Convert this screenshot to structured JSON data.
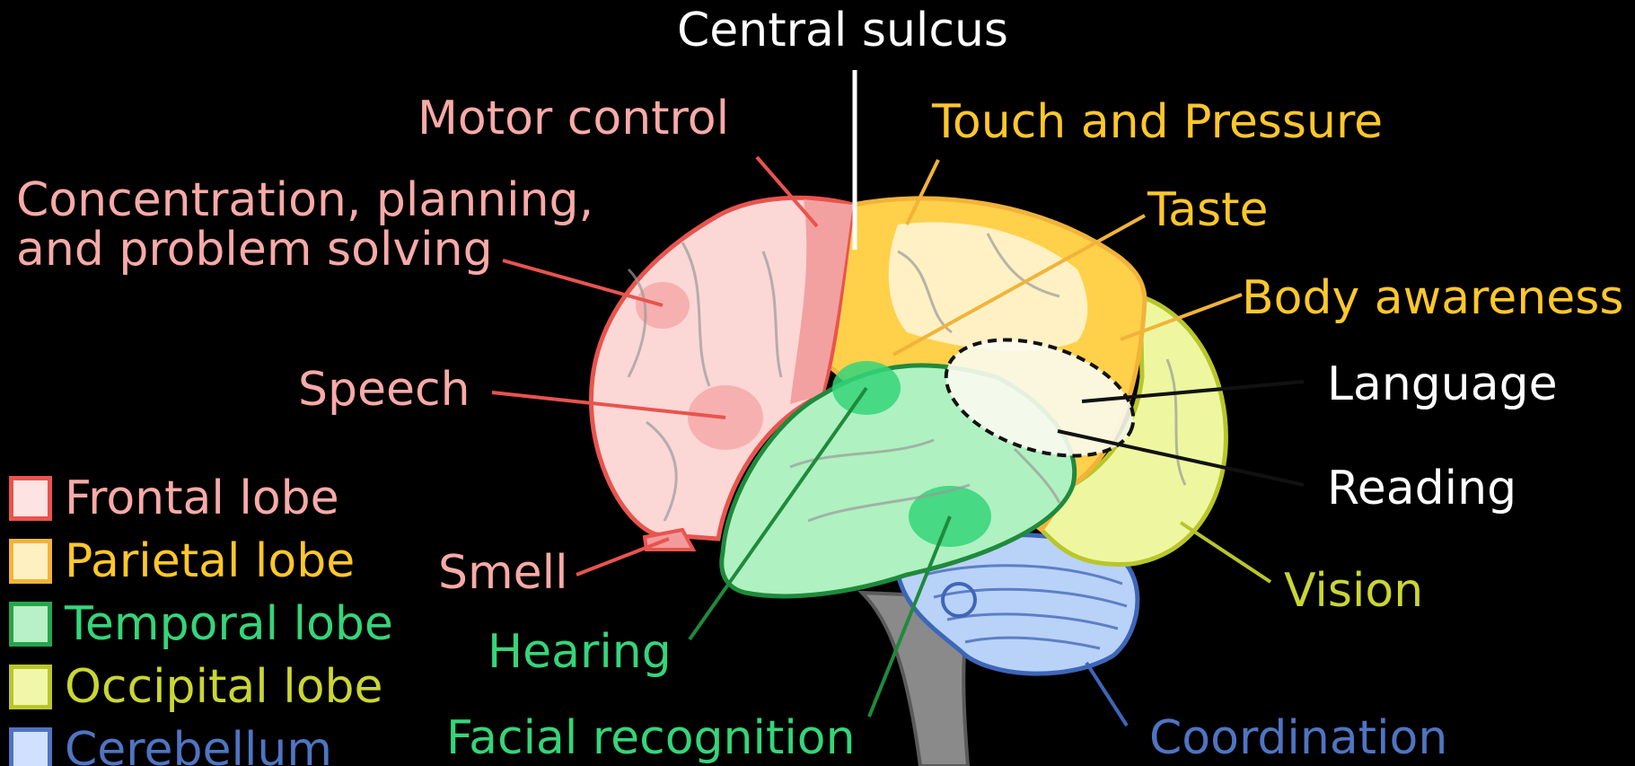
{
  "colors": {
    "background": "#000000",
    "frontal": "#f8aaa7",
    "parietal": "#ffc72b",
    "temporal": "#35d579",
    "occipital": "#c9d634",
    "cerebellum": "#4f74c2",
    "neutral": "#ffffff"
  },
  "labels": {
    "central_sulcus": "Central sulcus",
    "motor_control": "Motor control",
    "concentration": "Concentration, planning,",
    "concentration_line2": "and problem solving",
    "speech": "Speech",
    "smell": "Smell",
    "hearing": "Hearing",
    "facial_recognition": "Facial recognition",
    "touch_pressure": "Touch and Pressure",
    "taste": "Taste",
    "body_awareness": "Body awareness",
    "language": "Language",
    "reading": "Reading",
    "vision": "Vision",
    "coordination": "Coordination"
  },
  "legend": [
    {
      "label": "Frontal lobe",
      "fill": "#fde3e2",
      "border": "#e8544e",
      "text_color": "#f8aaa7"
    },
    {
      "label": "Parietal lobe",
      "fill": "#fff0c2",
      "border": "#f2b33a",
      "text_color": "#ffc72b"
    },
    {
      "label": "Temporal lobe",
      "fill": "#b8f0c8",
      "border": "#27a54a",
      "text_color": "#35d579"
    },
    {
      "label": "Occipital lobe",
      "fill": "#f1f7a8",
      "border": "#b8c62c",
      "text_color": "#c9d634"
    },
    {
      "label": "Cerebellum",
      "fill": "#cfe1ff",
      "border": "#4f74c2",
      "text_color": "#4f74c2"
    }
  ]
}
